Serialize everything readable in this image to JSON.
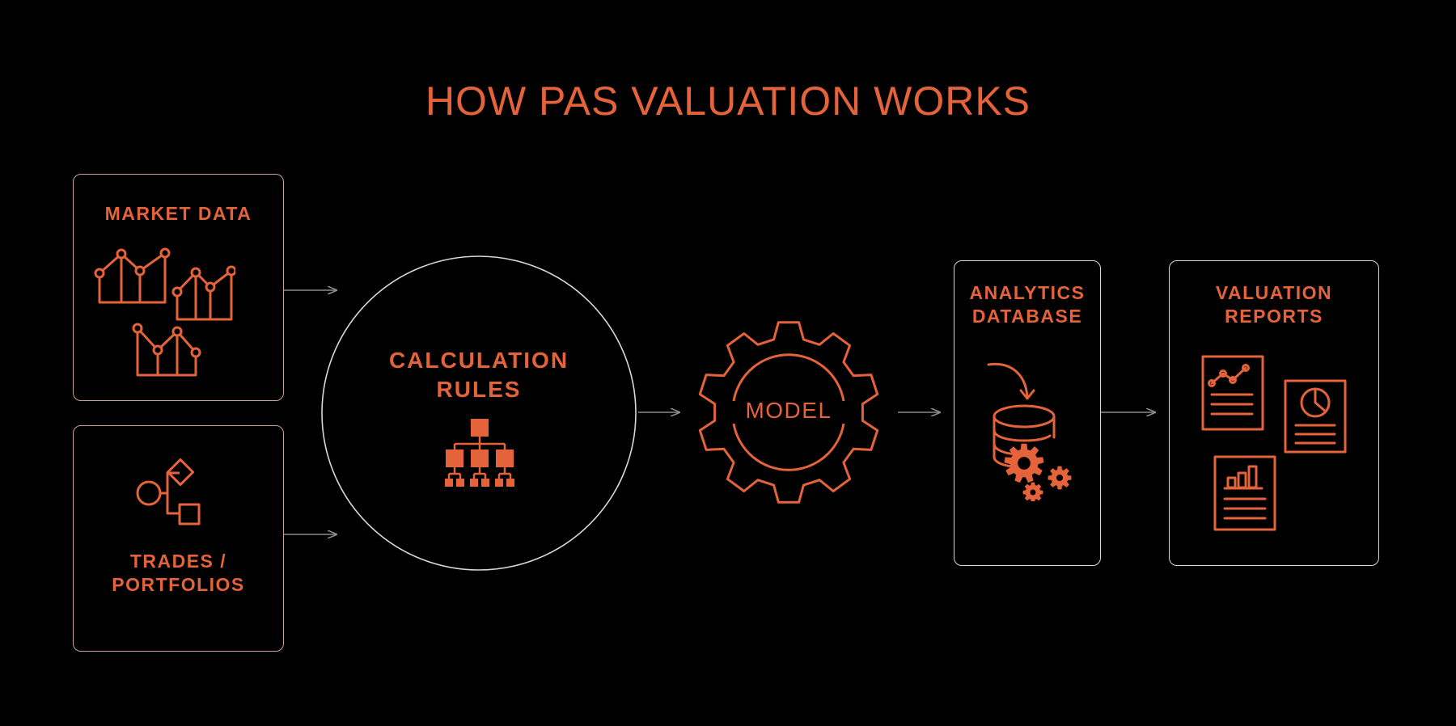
{
  "title": "HOW PAS VALUATION WORKS",
  "nodes": {
    "market_data": {
      "label": "MARKET DATA",
      "icon": "line-chart-icons"
    },
    "trades": {
      "label_line1": "TRADES /",
      "label_line2": "PORTFOLIOS",
      "icon": "portfolio-shapes-icon"
    },
    "calculation": {
      "label_line1": "CALCULATION",
      "label_line2": "RULES",
      "icon": "hierarchy-icon"
    },
    "model": {
      "label": "MODEL",
      "icon": "gear-icon"
    },
    "analytics": {
      "label_line1": "ANALYTICS",
      "label_line2": "DATABASE",
      "icon": "database-gears-icon"
    },
    "reports": {
      "label_line1": "VALUATION",
      "label_line2": "REPORTS",
      "icon": "report-documents-icon"
    }
  },
  "colors": {
    "accent": "#e5633a",
    "background": "#000000",
    "border": "#d8d8d8",
    "arrow": "#8c8c8c"
  }
}
